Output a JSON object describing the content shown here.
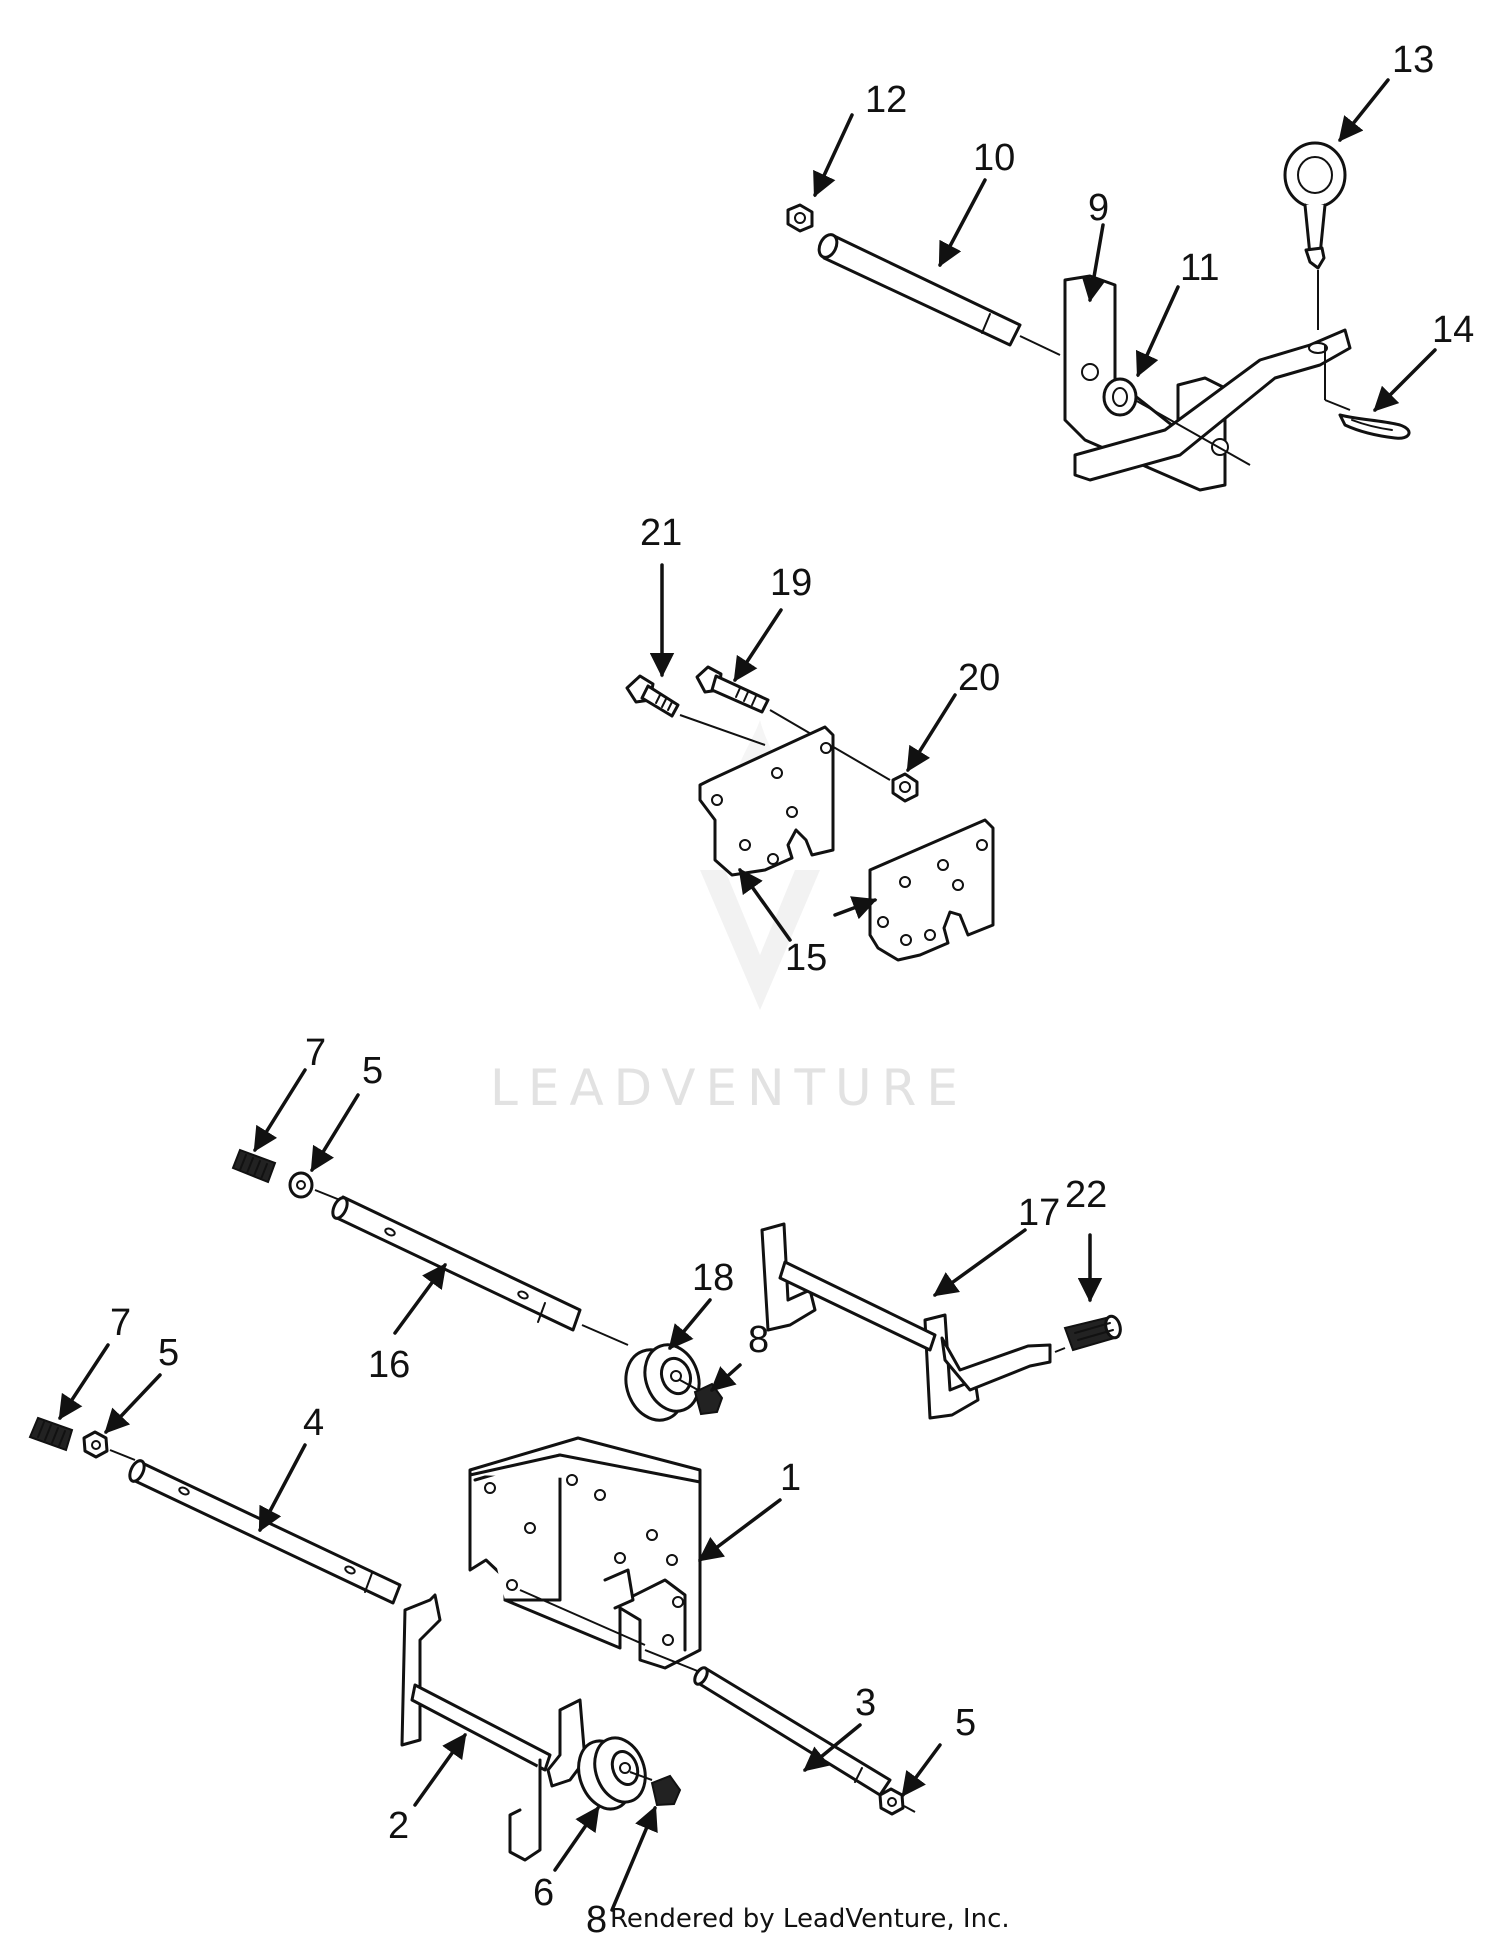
{
  "diagram": {
    "callouts": [
      "1",
      "2",
      "3",
      "4",
      "5",
      "5",
      "5",
      "6",
      "7",
      "7",
      "8",
      "8",
      "9",
      "10",
      "11",
      "12",
      "13",
      "14",
      "15",
      "16",
      "17",
      "18",
      "19",
      "20",
      "21",
      "22"
    ]
  },
  "watermark": {
    "text": "LEADVENTURE"
  },
  "footer": {
    "text": "Rendered by LeadVenture, Inc."
  }
}
